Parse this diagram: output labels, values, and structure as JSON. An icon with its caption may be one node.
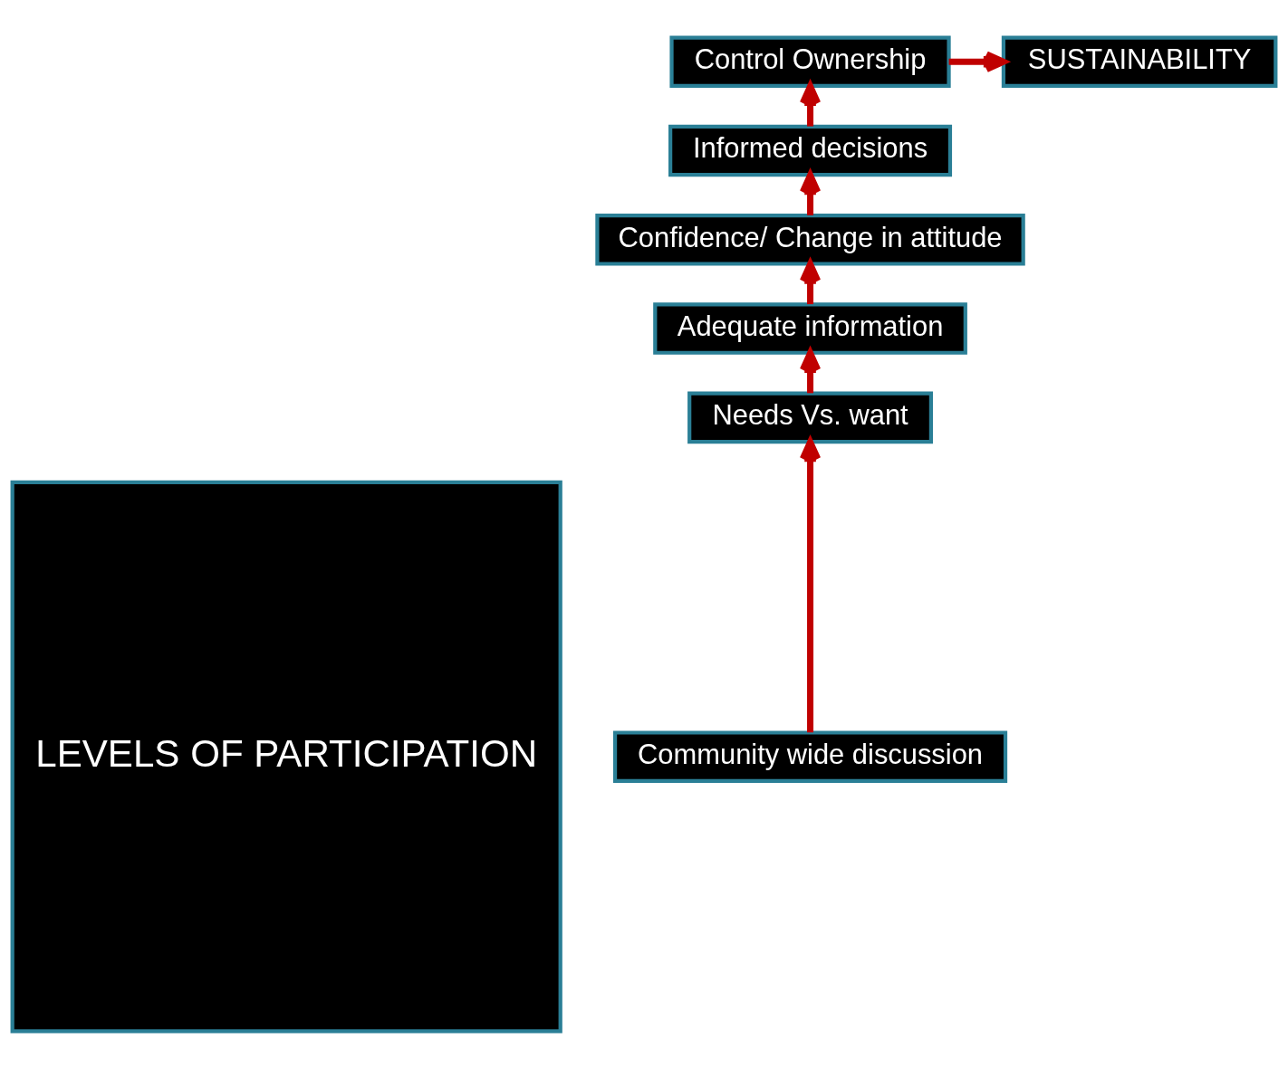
{
  "diagram": {
    "nodes": [
      {
        "text": [
          "LEVELS OF PARTICIPATION"
        ]
      },
      {
        "text": [
          "Community wide discussion"
        ]
      },
      {
        "text": [
          "Needs Vs. want"
        ]
      },
      {
        "text": [
          "Adequate information"
        ]
      },
      {
        "text": [
          "Confidence/ Change in attitude"
        ]
      },
      {
        "text": [
          "Informed decisions"
        ]
      },
      {
        "text": [
          "Control Ownership"
        ]
      },
      {
        "text": [
          "SUSTAINABILITY"
        ]
      }
    ],
    "edges": [
      {
        "from": 1,
        "to": 2,
        "arrow": "to"
      },
      {
        "from": 2,
        "to": 3,
        "arrow": "to"
      },
      {
        "from": 3,
        "to": 4,
        "arrow": "to"
      },
      {
        "from": 4,
        "to": 5,
        "arrow": "to"
      },
      {
        "from": 5,
        "to": 6,
        "arrow": "to"
      },
      {
        "from": 6,
        "to": 7,
        "arrow": "to"
      }
    ]
  }
}
